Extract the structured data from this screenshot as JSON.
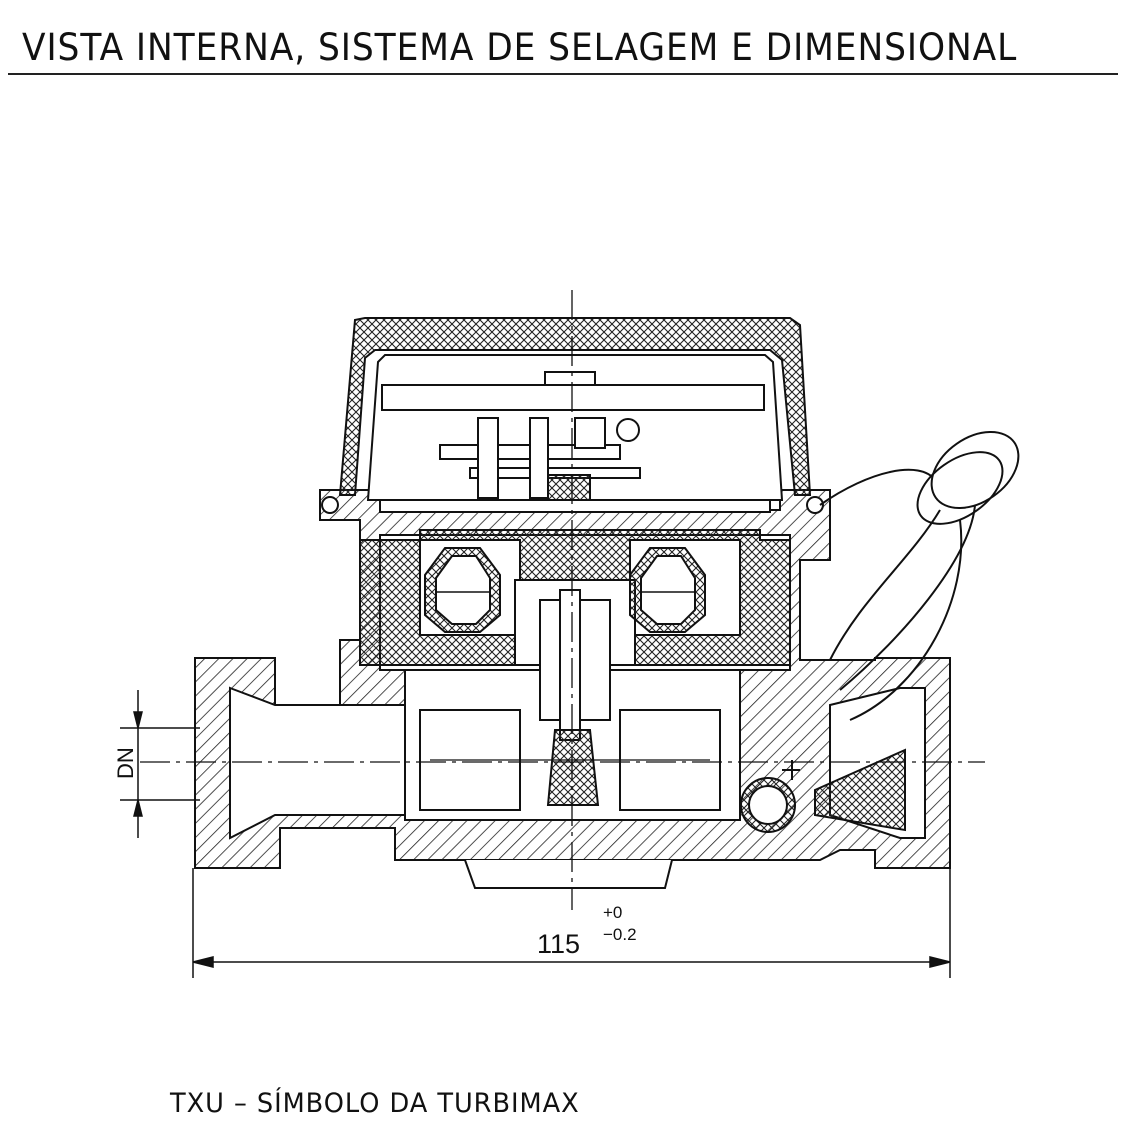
{
  "title": "VISTA INTERNA, SISTEMA DE SELAGEM E DIMENSIONAL",
  "caption": "TXU – SÍMBOLO DA TURBIMAX",
  "dimensions": {
    "length_value": "115",
    "tolerance_upper": "+0",
    "tolerance_lower": "−0.2",
    "bore_label": "DN"
  }
}
